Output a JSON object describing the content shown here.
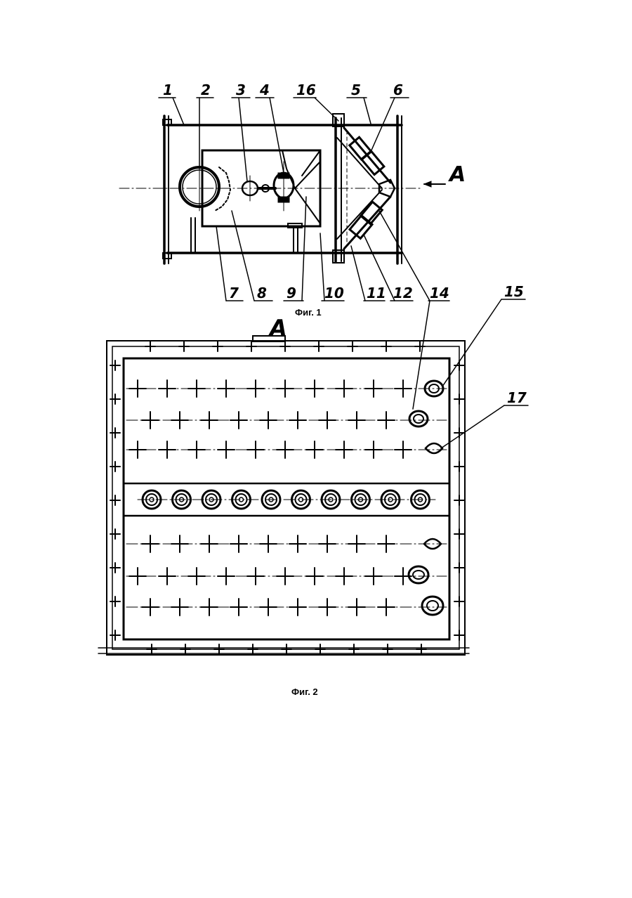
{
  "figure1": {
    "caption": "Фиг. 1",
    "labels": [
      "1",
      "2",
      "3",
      "4",
      "16",
      "5",
      "6",
      "7",
      "8",
      "9",
      "10",
      "11",
      "12",
      "14"
    ],
    "view_marker": "A"
  },
  "figure2": {
    "caption": "Фиг. 2",
    "labels": [
      "15",
      "17",
      "14"
    ],
    "view_marker": "A",
    "row_nozzle_count": 10
  }
}
